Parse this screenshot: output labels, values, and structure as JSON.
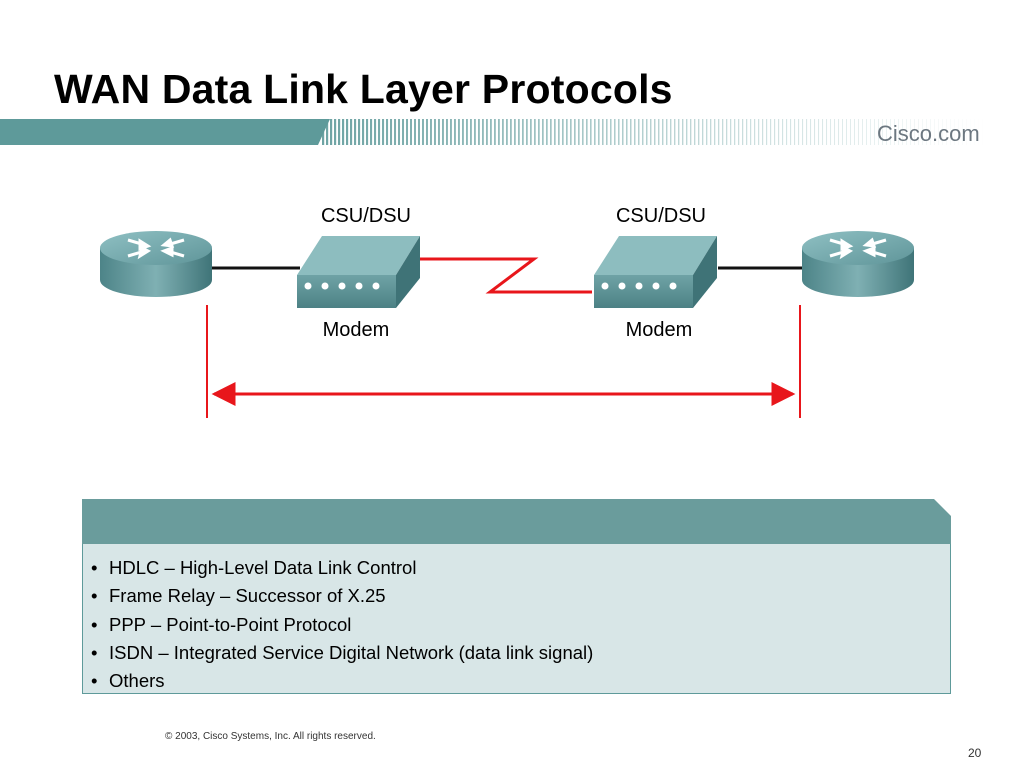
{
  "slide": {
    "title": "WAN Data Link Layer Protocols",
    "brand": "Cisco.com",
    "footer": "© 2003, Cisco Systems, Inc. All rights reserved.",
    "page_number": "20"
  },
  "diagram": {
    "left_device": {
      "top_label": "CSU/DSU",
      "bottom_label": "Modem"
    },
    "right_device": {
      "top_label": "CSU/DSU",
      "bottom_label": "Modem"
    }
  },
  "protocols": {
    "items": [
      "HDLC – High-Level Data Link Control",
      "Frame Relay – Successor of X.25",
      "PPP – Point-to-Point Protocol",
      "ISDN – Integrated Service Digital Network (data link signal)",
      "Others"
    ]
  },
  "colors": {
    "teal": "#5e9a9a",
    "panel_body": "#d8e6e7",
    "link_red": "#e8161b"
  }
}
